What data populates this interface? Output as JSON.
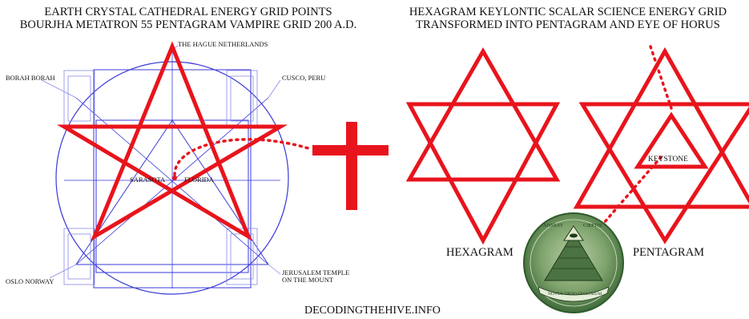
{
  "left_title": {
    "line1": "EARTH CRYSTAL CATHEDRAL ENERGY GRID POINTS",
    "line2": "BOURJHA METATRON 55 PENTAGRAM VAMPIRE GRID 200 A.D."
  },
  "right_title": {
    "line1": "HEXAGRAM KEYLONTIC SCALAR SCIENCE ENERGY GRID",
    "line2": "TRANSFORMED INTO PENTAGRAM AND EYE OF HORUS"
  },
  "grid_points": {
    "top": "THE HAGUE NETHERLANDS",
    "upper_left": "BORAH BORAH",
    "upper_right": "CUSCO, PERU",
    "center_left": "SARASOTA",
    "center_right": "FLORIDA",
    "lower_left": "OSLO NORWAY",
    "lower_right_1": "JERUSALEM TEMPLE",
    "lower_right_2": "ON THE MOUNT"
  },
  "hexagram_label": "HEXAGRAM",
  "pentagram_label": "PENTAGRAM",
  "keystone_label": "KEYSTONE",
  "seal": {
    "top_left_text": "ANNUIT",
    "top_right_text": "CŒPTIS",
    "banner_text": "NOVUS ORDO SECLORUM"
  },
  "footer": "DECODINGTHEHIVE.INFO",
  "colors": {
    "red": "#e8141c",
    "blue": "#3a3ad8",
    "blue_light": "#8a8ae8",
    "seal_green": "#5f8a52"
  }
}
